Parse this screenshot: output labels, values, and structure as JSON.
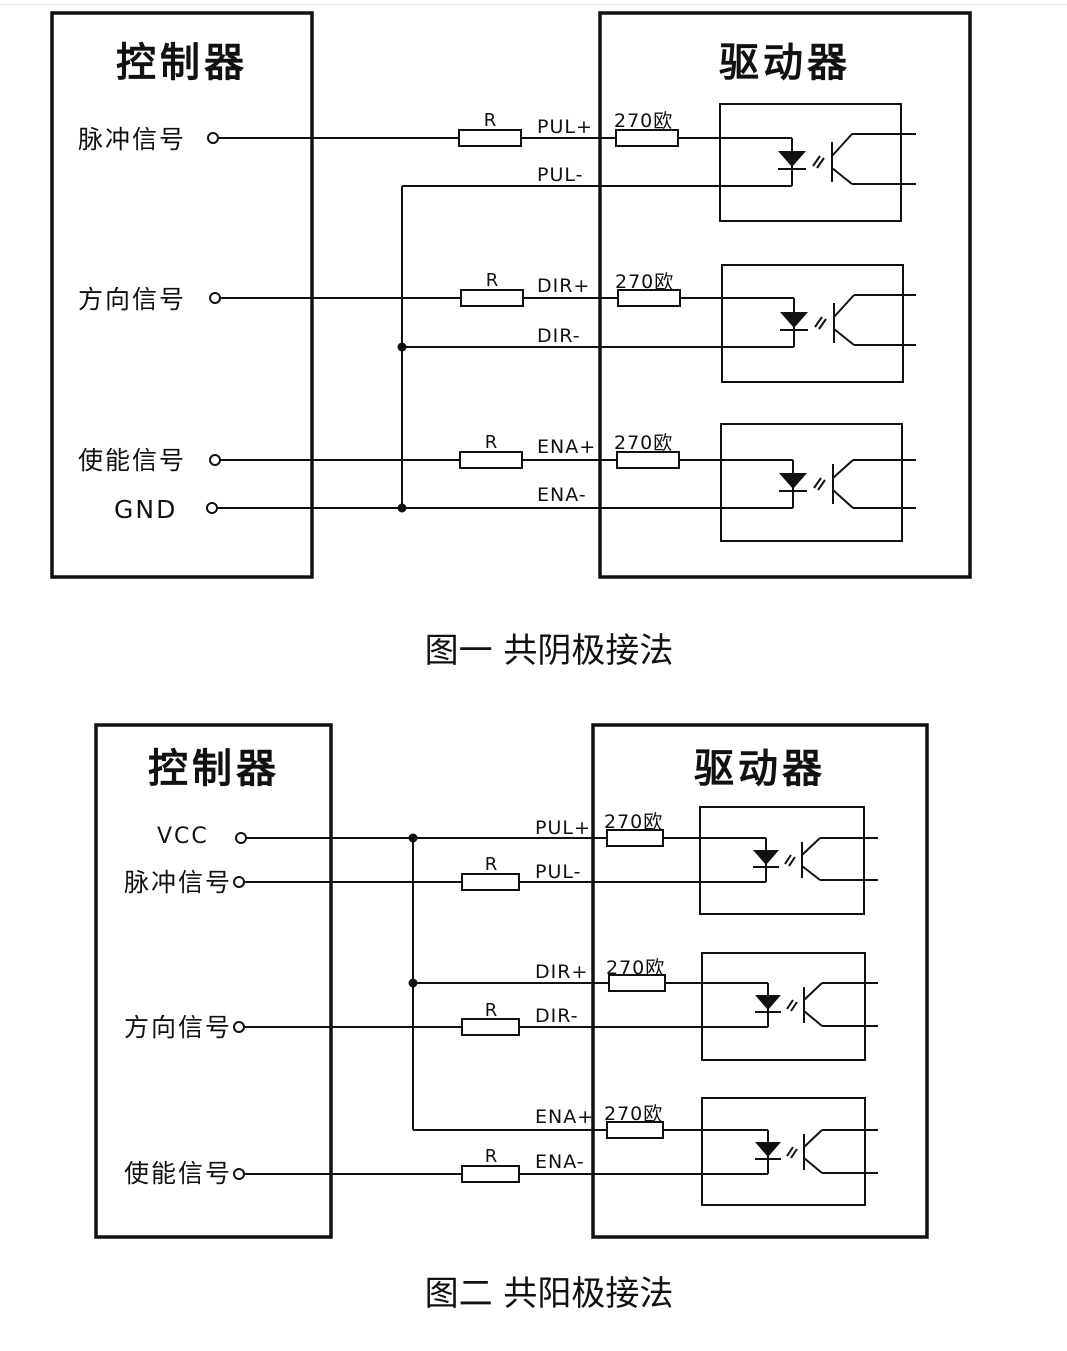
{
  "figure1": {
    "controller_title": "控制器",
    "driver_title": "驱动器",
    "signals": [
      "脉冲信号",
      "方向信号",
      "使能信号",
      "GND"
    ],
    "pins": [
      "PUL+",
      "PUL-",
      "DIR+",
      "DIR-",
      "ENA+",
      "ENA-"
    ],
    "resistor_label": "R",
    "internal_resistor": "270欧",
    "caption": "图一  共阴极接法"
  },
  "figure2": {
    "controller_title": "控制器",
    "driver_title": "驱动器",
    "signals": [
      "VCC",
      "脉冲信号",
      "方向信号",
      "使能信号"
    ],
    "pins": [
      "PUL+",
      "PUL-",
      "DIR+",
      "DIR-",
      "ENA+",
      "ENA-"
    ],
    "resistor_label": "R",
    "internal_resistor": "270欧",
    "caption": "图二  共阳极接法"
  }
}
